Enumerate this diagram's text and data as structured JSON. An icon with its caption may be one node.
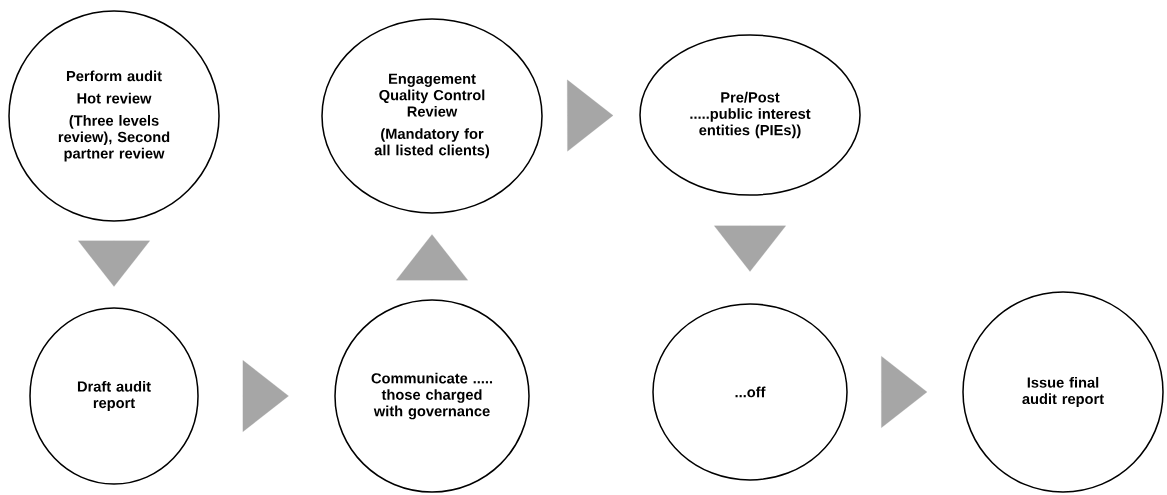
{
  "diagram": {
    "nodes": [
      {
        "text": [
          "Perform audit",
          "Hot review",
          "(Three levels review), Second partner review"
        ]
      },
      {
        "text": [
          "Draft audit report"
        ]
      },
      {
        "text": [
          "Communicate ..... those charged with governance"
        ]
      },
      {
        "text": [
          "Engagement Quality Control Review",
          "(Mandatory for all listed clients)"
        ]
      },
      {
        "text": [
          "Pre/Post .....public interest entities (PIEs))"
        ]
      },
      {
        "text": [
          "...off"
        ]
      },
      {
        "text": [
          "Issue final audit report"
        ]
      }
    ],
    "edges": [
      {
        "from": 0,
        "to": 1,
        "arrow": "to"
      },
      {
        "from": 1,
        "to": 2,
        "arrow": "to"
      },
      {
        "from": 2,
        "to": 3,
        "arrow": "to"
      },
      {
        "from": 3,
        "to": 4,
        "arrow": "to"
      },
      {
        "from": 4,
        "to": 5,
        "arrow": "to"
      },
      {
        "from": 5,
        "to": 6,
        "arrow": "to"
      }
    ]
  }
}
